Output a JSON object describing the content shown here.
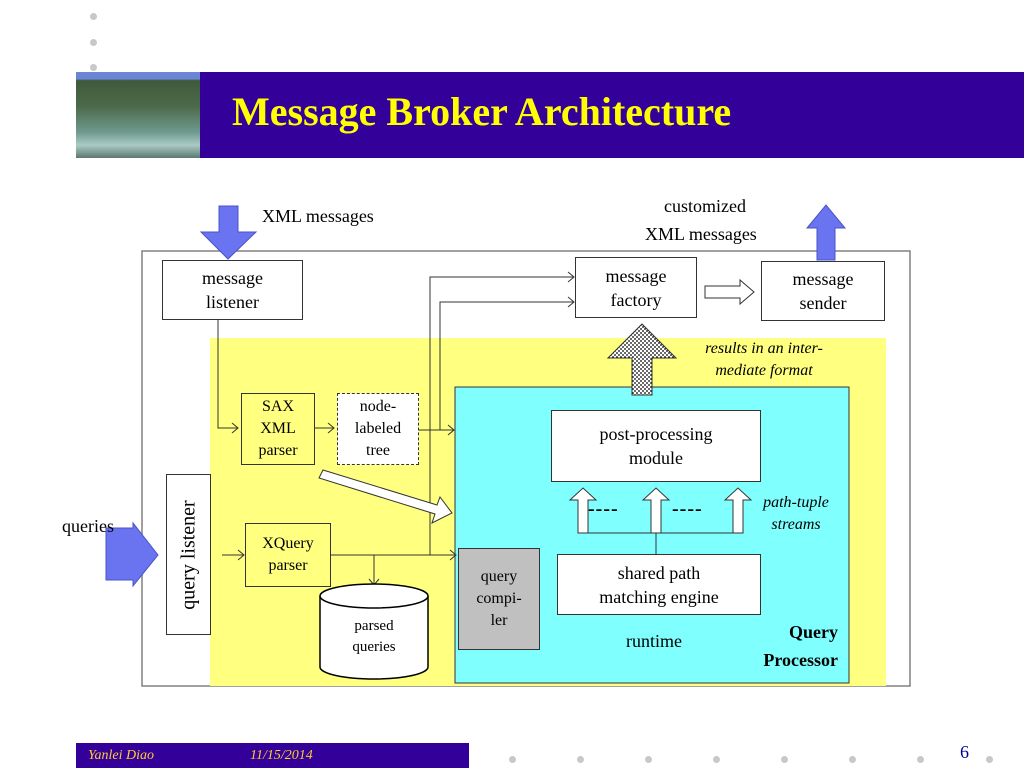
{
  "slide": {
    "title": "Message Broker Architecture",
    "page_number": "6",
    "footer": {
      "author": "Yanlei Diao",
      "date": "11/15/2014"
    },
    "colors": {
      "title_bar": "#330099",
      "title_text": "#ffff00",
      "input_arrow": "#6b74f0",
      "yellow_region": "#ffff80",
      "query_processor_region": "#80ffff",
      "query_compiler_fill": "#c0c0c0"
    }
  },
  "diagram": {
    "external_labels": {
      "xml_messages_in": "XML messages",
      "customized_out_line1": "customized",
      "customized_out_line2": "XML messages",
      "queries_in": "queries"
    },
    "components": {
      "message_listener": [
        "message",
        "listener"
      ],
      "message_factory": [
        "message",
        "factory"
      ],
      "message_sender": [
        "message",
        "sender"
      ],
      "sax_parser": [
        "SAX",
        "XML",
        "parser"
      ],
      "node_labeled_tree": [
        "node-",
        "labeled",
        "tree"
      ],
      "xquery_parser": [
        "XQuery",
        "parser"
      ],
      "parsed_queries": [
        "parsed",
        "queries"
      ],
      "query_listener": "query listener",
      "query_compiler": [
        "query",
        "compi-",
        "ler"
      ],
      "post_processing": [
        "post-processing",
        "module"
      ],
      "path_engine": [
        "shared path",
        "matching engine"
      ],
      "runtime": "runtime",
      "query_processor": [
        "Query",
        "Processor"
      ]
    },
    "annotations": {
      "results_format": [
        "results in an inter-",
        "mediate format"
      ],
      "path_tuple_streams": [
        "path-tuple",
        "streams"
      ],
      "dashes": "----"
    }
  }
}
